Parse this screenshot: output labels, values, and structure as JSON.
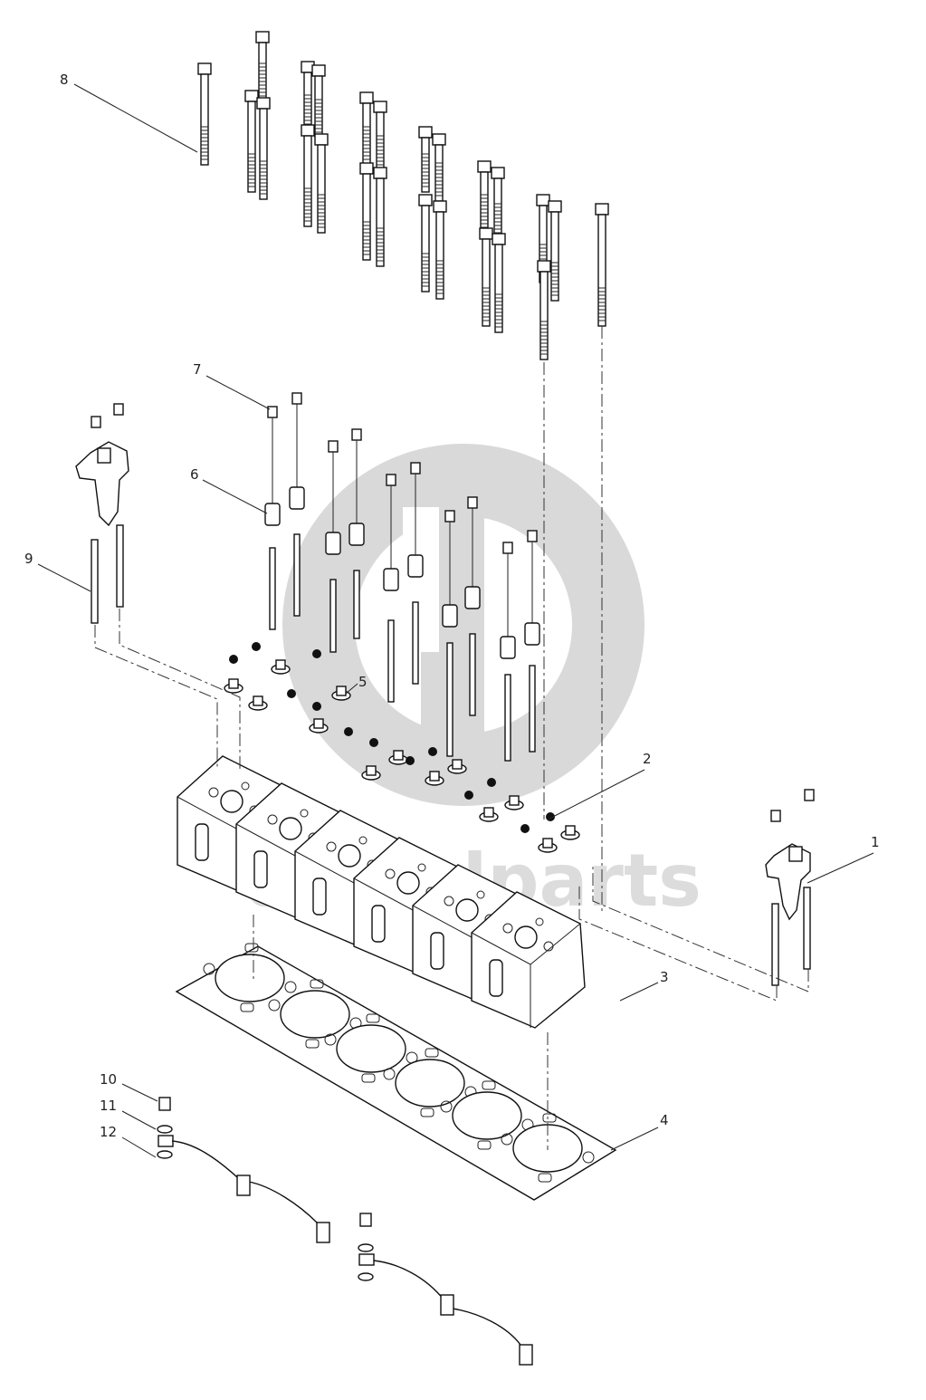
{
  "watermark": {
    "text": "dieselparts",
    "color": "#d9d9d9"
  },
  "callouts": [
    "1",
    "2",
    "3",
    "4",
    "5",
    "6",
    "7",
    "8",
    "9",
    "10",
    "11",
    "12"
  ],
  "line_color": "#222222",
  "background": "#ffffff"
}
